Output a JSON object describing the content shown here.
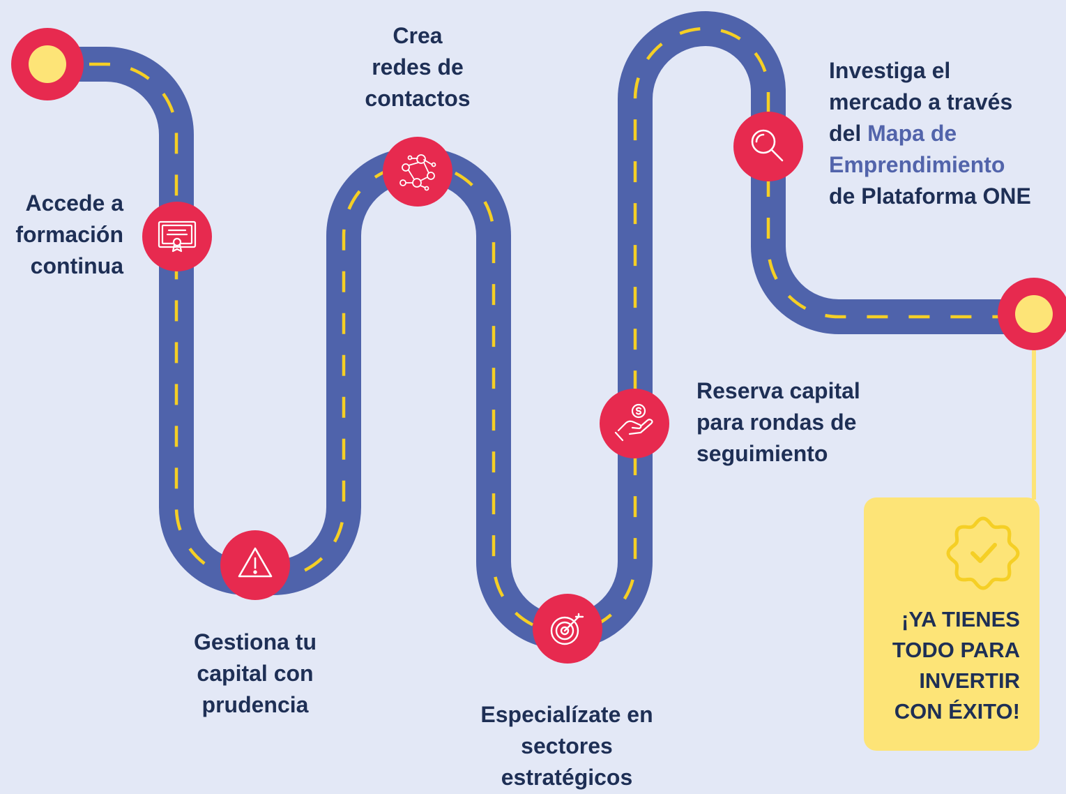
{
  "colors": {
    "background": "#e3e8f6",
    "road": "#4f63ab",
    "dash": "#f5cf25",
    "milestone": "#e72a4f",
    "marker": "#fde477",
    "text": "#1e2f55",
    "highlight": "#5264ab",
    "box": "#fde477"
  },
  "steps": {
    "formacion": {
      "icon": "certificate-icon",
      "lines": [
        "Accede a",
        "formación",
        "continua"
      ]
    },
    "capital": {
      "icon": "warning-icon",
      "lines": [
        "Gestiona tu",
        "capital con",
        "prudencia"
      ]
    },
    "redes": {
      "icon": "network-icon",
      "lines": [
        "Crea",
        "redes de",
        "contactos"
      ]
    },
    "sectores": {
      "icon": "target-icon",
      "lines": [
        "Especialízate en",
        "sectores",
        "estratégicos"
      ]
    },
    "reserva": {
      "icon": "money-hand-icon",
      "lines": [
        "Reserva capital",
        "para rondas de",
        "seguimiento"
      ]
    },
    "mercado": {
      "icon": "search-icon",
      "line1": "Investiga el",
      "line2": "mercado a través",
      "line3_prefix": "del",
      "line3_highlight": "Mapa de",
      "line4_highlight": "Emprendimiento",
      "line5": "de Plataforma ONE"
    }
  },
  "final": {
    "icon": "verified-badge-icon",
    "lines": [
      "¡YA TIENES",
      "TODO PARA",
      "INVERTIR",
      "CON ÉXITO!"
    ]
  }
}
